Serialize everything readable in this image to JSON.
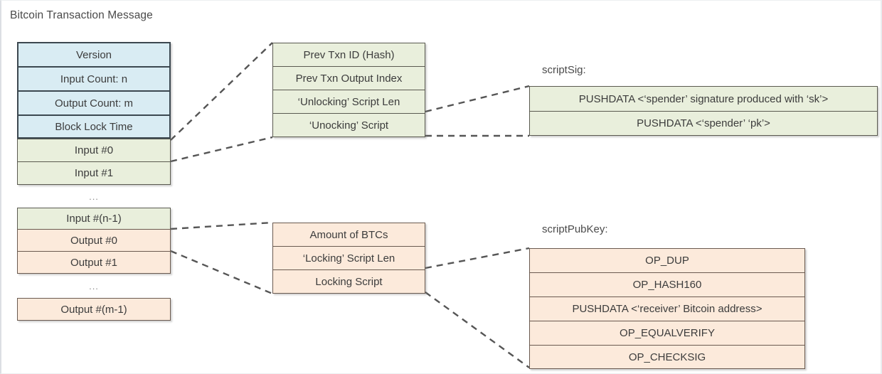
{
  "diagram": {
    "title": "Bitcoin Transaction Message",
    "colors": {
      "header_blue": "#d9ecf3",
      "input_green": "#e9efdc",
      "output_peach": "#fceadb",
      "border": "#4c4c4c",
      "connector": "#555555",
      "text": "#3c3c3c"
    },
    "ellipsis": "..."
  },
  "transaction_block": {
    "name": "bitcoin-transaction-message-block",
    "header_rows": [
      {
        "label": "Version",
        "style": "blue"
      },
      {
        "label": "Input Count: n",
        "style": "blue"
      },
      {
        "label": "Output Count: m",
        "style": "blue"
      },
      {
        "label": "Block Lock Time",
        "style": "blue"
      }
    ],
    "input_rows": [
      {
        "label": "Input #0",
        "style": "green"
      },
      {
        "label": "Input #1",
        "style": "green"
      }
    ],
    "input_last_row": {
      "label": "Input #(n-1)",
      "style": "green"
    },
    "output_rows": [
      {
        "label": "Output #0",
        "style": "peach"
      },
      {
        "label": "Output #1",
        "style": "peach"
      }
    ],
    "output_last_row": {
      "label": "Output #(m-1)",
      "style": "peach"
    }
  },
  "input_detail_block": {
    "name": "input-structure-block",
    "rows": [
      {
        "label": "Prev Txn ID (Hash)"
      },
      {
        "label": "Prev Txn Output Index"
      },
      {
        "label": "‘Unlocking’ Script Len"
      },
      {
        "label": "‘Unocking’ Script"
      }
    ]
  },
  "output_detail_block": {
    "name": "output-structure-block",
    "rows": [
      {
        "label": "Amount of BTCs"
      },
      {
        "label": "‘Locking’ Script Len"
      },
      {
        "label": "Locking Script"
      }
    ]
  },
  "script_sig": {
    "caption": "scriptSig:",
    "rows": [
      {
        "label": "PUSHDATA <‘spender’ signature produced with ‘sk’>"
      },
      {
        "label": "PUSHDATA <‘spender’ ‘pk’>"
      }
    ]
  },
  "script_pub_key": {
    "caption": "scriptPubKey:",
    "rows": [
      {
        "label": "OP_DUP"
      },
      {
        "label": "OP_HASH160"
      },
      {
        "label": "PUSHDATA <‘receiver’ Bitcoin address>"
      },
      {
        "label": "OP_EQUALVERIFY"
      },
      {
        "label": "OP_CHECKSIG"
      }
    ]
  }
}
